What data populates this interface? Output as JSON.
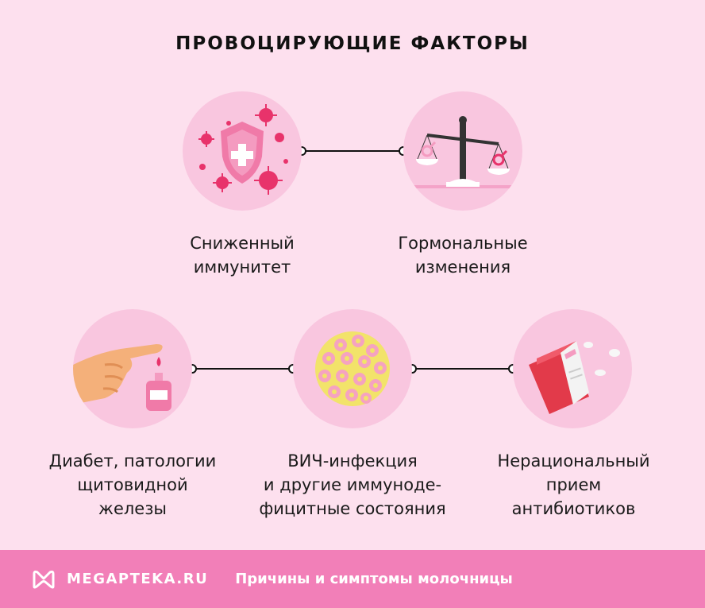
{
  "title": "ПРОВОЦИРУЮЩИЕ ФАКТОРЫ",
  "factors": [
    {
      "label": "Сниженный\nиммунитет",
      "icon": "virus-shield-icon"
    },
    {
      "label": "Гормональные\nизменения",
      "icon": "gender-scales-icon"
    },
    {
      "label": "Диабет, патологии\nщитовидной\nжелезы",
      "icon": "blood-test-finger-icon"
    },
    {
      "label": "ВИЧ-инфекция\nи другие иммуноде-\nфицитные состояния",
      "icon": "cells-sphere-icon"
    },
    {
      "label": "Нерациональный\nприем\nантибиотиков",
      "icon": "pills-box-icon"
    }
  ],
  "footer": {
    "site": "MEGAPTEKA.RU",
    "caption": "Причины и симптомы молочницы",
    "logo_icon": "megapteka-logo-icon"
  },
  "colors": {
    "background": "#fde0ee",
    "circle": "#f9c6df",
    "footer": "#f27fb8",
    "accent": "#e8336b"
  }
}
